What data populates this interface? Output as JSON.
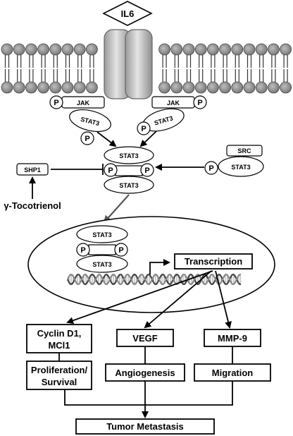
{
  "ligand": "IL6",
  "receptor_complex": {
    "left": {
      "kinase": "JAK",
      "phospho": "P",
      "stat": "STAT3",
      "stat_phospho": "P"
    },
    "right": {
      "kinase": "JAK",
      "phospho": "P",
      "stat": "STAT3",
      "stat_phospho": "P"
    }
  },
  "src_complex": {
    "kinase": "SRC",
    "stat": "STAT3",
    "phospho": "P"
  },
  "cytoplasmic_dimer": {
    "top": "STAT3",
    "bottom": "STAT3",
    "phospho_left": "P",
    "phospho_right": "P"
  },
  "inhibitor": {
    "phosphatase": "SHP1",
    "compound": "γ-Tocotrienol"
  },
  "nuclear_dimer": {
    "top": "STAT3",
    "bottom": "STAT3",
    "phospho_left": "P",
    "phospho_right": "P"
  },
  "transcription": "Transcription",
  "targets": [
    {
      "gene": "Cyclin D1,\nMCl1",
      "gene_line1": "Cyclin D1,",
      "gene_line2": "MCl1",
      "outcome_line1": "Proliferation/",
      "outcome_line2": "Survival"
    },
    {
      "gene": "VEGF",
      "outcome": "Angiogenesis"
    },
    {
      "gene": "MMP-9",
      "outcome": "Migration"
    }
  ],
  "final_outcome": "Tumor Metastasis"
}
